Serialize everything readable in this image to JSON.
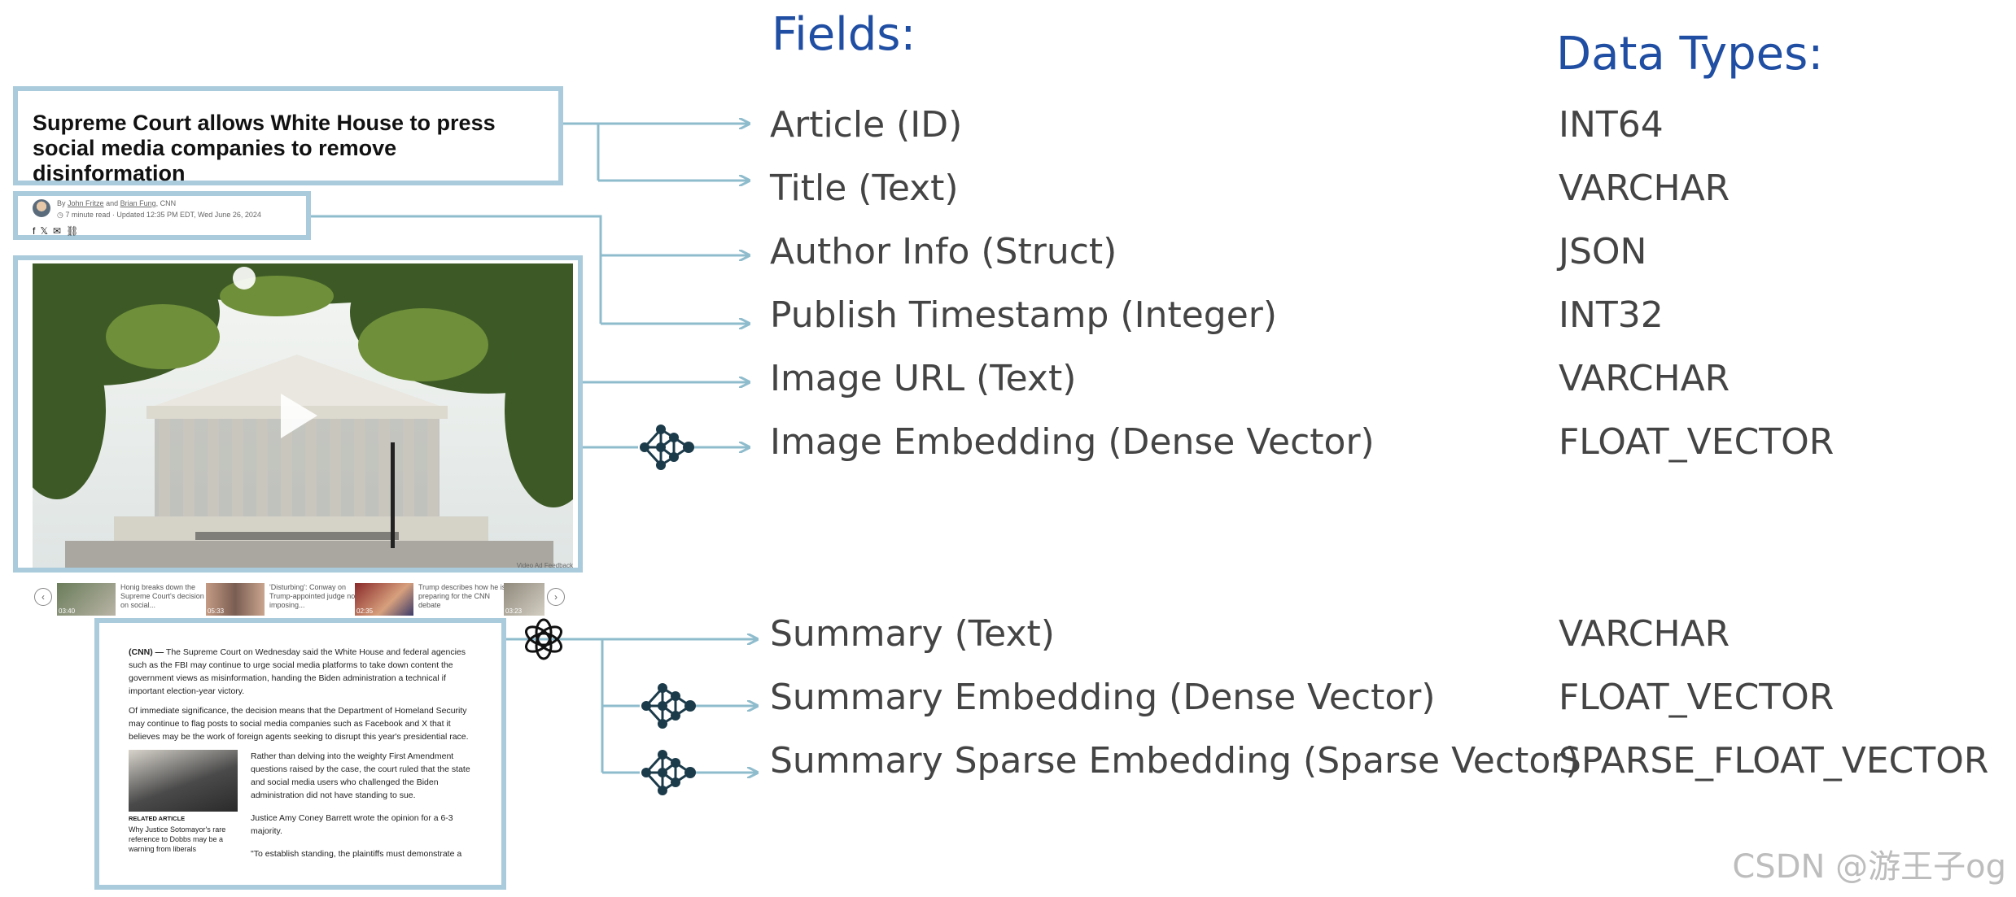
{
  "headings": {
    "fields": "Fields:",
    "data_types": "Data Types:"
  },
  "article": {
    "headline": "Supreme Court allows White House to press social media companies to remove disinformation",
    "byline": {
      "by": "By",
      "author1": "John Fritze",
      "and": "and",
      "author2": "Brian Fung",
      "outlet": ", CNN",
      "meta": "7 minute read · Updated 12:35 PM EDT, Wed June 26, 2024"
    },
    "video_feedback": "Video Ad Feedback",
    "related_videos": [
      {
        "time": "03:40",
        "caption": "Honig breaks down the Supreme Court's decision on social..."
      },
      {
        "time": "05:33",
        "caption": "'Disturbing': Conway on Trump-appointed judge not imposing..."
      },
      {
        "time": "02:35",
        "caption": "Trump describes how he is preparing for the CNN debate"
      },
      {
        "time": "03:23",
        "caption": ""
      }
    ],
    "body": {
      "lead": "(CNN) —",
      "p1": "The Supreme Court on Wednesday said the White House and federal agencies such as the FBI may continue to urge social media platforms to take down content the government views as misinformation, handing the Biden administration a technical if important election-year victory.",
      "p2": "Of immediate significance, the decision means that the Department of Homeland Security may continue to flag posts to social media companies such as Facebook and X that it believes may be the work of foreign agents seeking to disrupt this year's presidential race.",
      "p3": "Rather than delving into the weighty First Amendment questions raised by the case, the court ruled that the state and social media users who challenged the Biden administration did not have standing to sue.",
      "p4": "Justice Amy Coney Barrett wrote the opinion for a 6-3 majority.",
      "p5": "\"To establish standing, the plaintiffs must demonstrate a",
      "related_label": "RELATED ARTICLE",
      "related_title": "Why Justice Sotomayor's rare reference to Dobbs may be a warning from liberals"
    }
  },
  "fields": [
    {
      "name": "Article (ID)",
      "type": "INT64"
    },
    {
      "name": "Title (Text)",
      "type": "VARCHAR"
    },
    {
      "name": "Author Info (Struct)",
      "type": "JSON"
    },
    {
      "name": "Publish Timestamp (Integer)",
      "type": "INT32"
    },
    {
      "name": "Image URL (Text)",
      "type": "VARCHAR"
    },
    {
      "name": "Image Embedding (Dense Vector)",
      "type": "FLOAT_VECTOR"
    },
    {
      "name": "Summary (Text)",
      "type": "VARCHAR"
    },
    {
      "name": "Summary Embedding (Dense Vector)",
      "type": "FLOAT_VECTOR"
    },
    {
      "name": "Summary Sparse Embedding (Sparse Vector)",
      "type": "SPARSE_FLOAT_VECTOR"
    }
  ],
  "watermark": "CSDN @游王子og",
  "colors": {
    "heading": "#1f4ea3",
    "connector": "#8fbccd",
    "box_border": "#a9cbdb",
    "node": "#1c3b4a"
  }
}
